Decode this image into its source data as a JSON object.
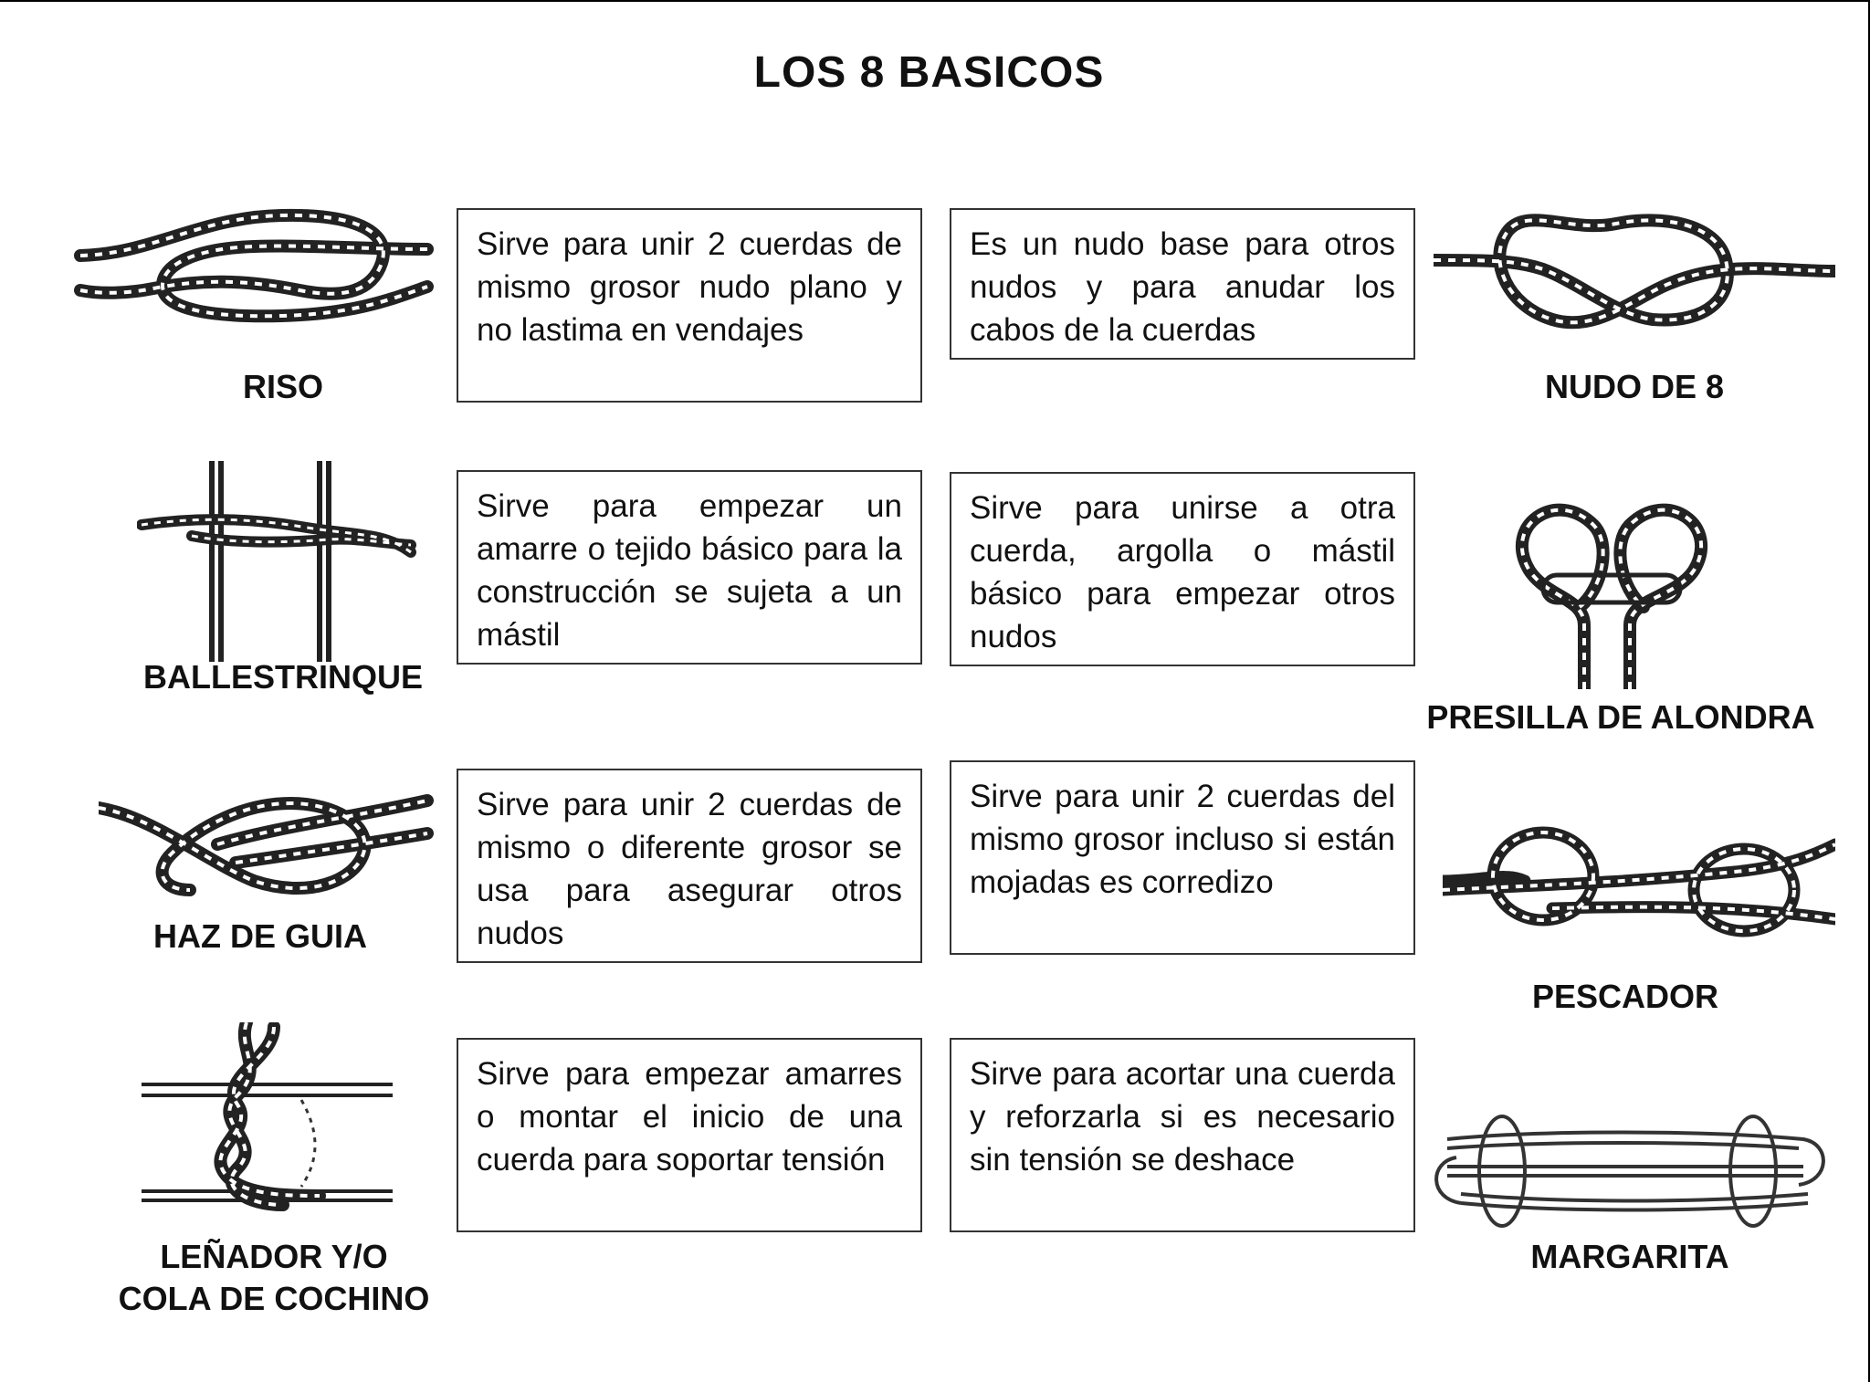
{
  "title": "LOS 8 BASICOS",
  "knots": [
    {
      "name": "RISO",
      "icon": "square-knot-icon",
      "description": "Sirve para unir 2 cuerdas de mismo grosor nudo plano y no lastima en vendajes"
    },
    {
      "name": "NUDO DE 8",
      "icon": "figure-eight-knot-icon",
      "description": "Es un nudo base para otros nudos y para anudar los cabos de la cuerdas"
    },
    {
      "name": "BALLESTRINQUE",
      "icon": "clove-hitch-icon",
      "description": "Sirve para empezar un amarre o tejido básico para la construcción se sujeta a un mástil"
    },
    {
      "name": "PRESILLA DE ALONDRA",
      "icon": "larks-head-icon",
      "description": "Sirve para unirse a otra cuerda, argolla o mástil básico para empezar otros nudos"
    },
    {
      "name": "HAZ DE GUIA",
      "icon": "bowline-icon",
      "description": "Sirve para unir 2 cuerdas de mismo o diferente grosor se usa para asegurar otros nudos"
    },
    {
      "name": "PESCADOR",
      "icon": "fishermans-knot-icon",
      "description": "Sirve para unir 2 cuerdas del mismo grosor incluso si están mojadas es corredizo"
    },
    {
      "name_line1": "LEÑADOR Y/O",
      "name_line2": "COLA DE COCHINO",
      "icon": "timber-hitch-icon",
      "description": "Sirve para empezar amarres o montar el inicio de una cuerda para soportar tensión"
    },
    {
      "name": "MARGARITA",
      "icon": "sheepshank-icon",
      "description": "Sirve para acortar una cuerda y reforzarla si es necesario sin tensión se deshace"
    }
  ]
}
